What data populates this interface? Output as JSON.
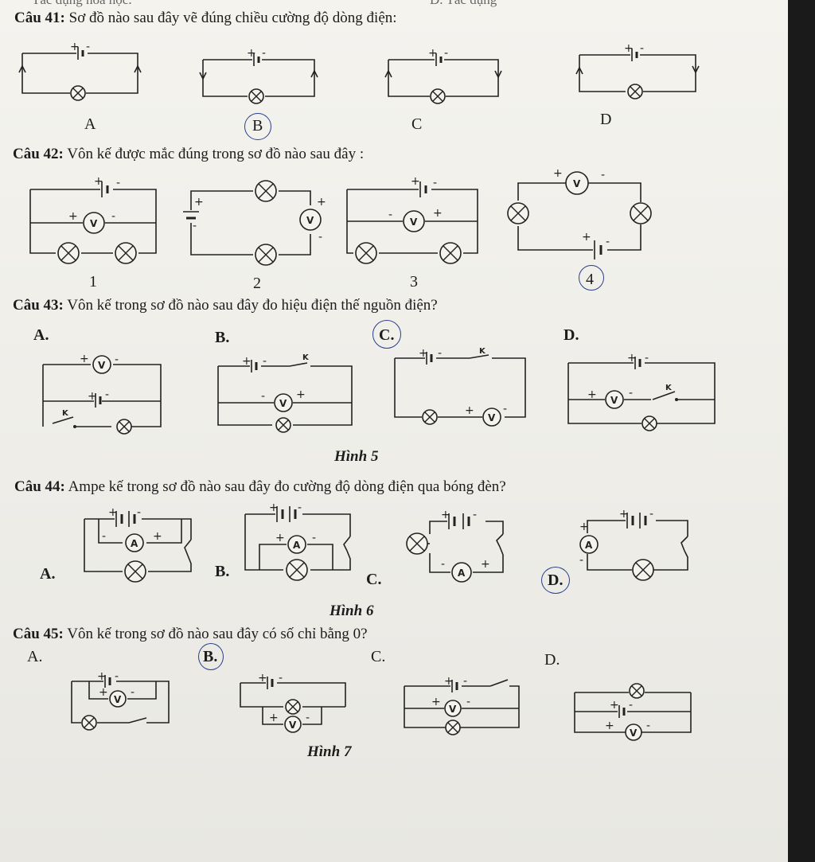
{
  "top_fragment": {
    "left": "Tác dụng hóa học.",
    "right": "D. Tác dụng"
  },
  "q41": {
    "num": "Câu 41:",
    "text": "Sơ đồ nào sau đây vẽ đúng chiều cường độ dòng điện:",
    "labels": [
      "A",
      "B",
      "C",
      "D"
    ]
  },
  "q42": {
    "num": "Câu 42:",
    "text": "Vôn kế được mắc đúng trong sơ đồ nào sau đây :",
    "labels": [
      "1",
      "2",
      "3",
      "4"
    ]
  },
  "q43": {
    "num": "Câu 43:",
    "text": "Vôn kế trong sơ đồ nào sau đây đo hiệu điện thế nguồn điện?",
    "labels": [
      "A.",
      "B.",
      "C.",
      "D."
    ],
    "caption": "Hình 5"
  },
  "q44": {
    "num": "Câu 44:",
    "text": "Ampe kế trong sơ đồ nào sau đây đo cường độ dòng điện qua bóng đèn?",
    "labels": [
      "A.",
      "B.",
      "C.",
      "D."
    ],
    "caption": "Hình 6"
  },
  "q45": {
    "num": "Câu 45:",
    "text": "Vôn kế trong sơ đồ nào sau đây có số chỉ bằng 0?",
    "labels": [
      "A.",
      "B.",
      "C.",
      "D."
    ],
    "caption": "Hình 7"
  },
  "symbols": {
    "voltmeter": "V",
    "ammeter": "A",
    "switch": "K",
    "plus": "+",
    "minus": "-"
  },
  "annotations": {
    "pen_color": "#2a3e8a",
    "circled": [
      "41-B",
      "42-4",
      "43-C",
      "44-D",
      "45-B"
    ]
  }
}
